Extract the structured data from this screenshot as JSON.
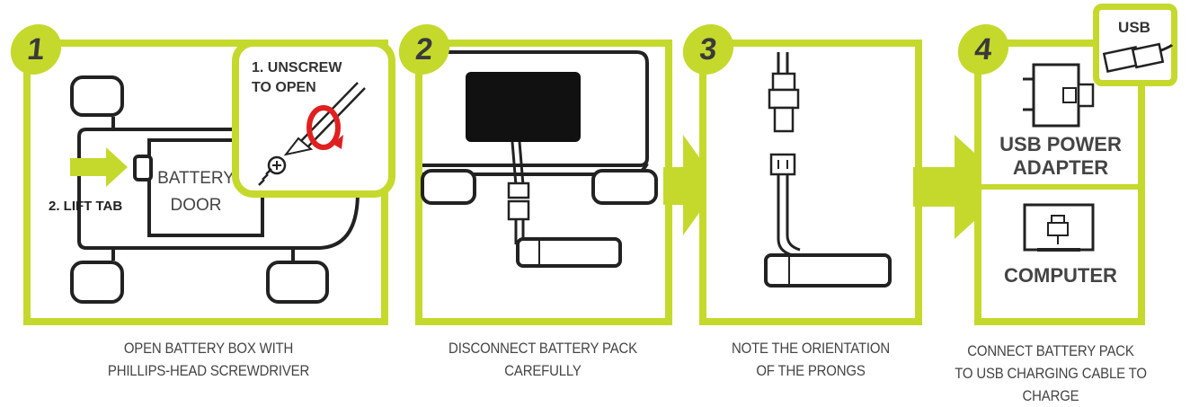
{
  "steps": [
    {
      "number": "1",
      "caption_line1": "OPEN BATTERY BOX WITH",
      "caption_line2": "PHILLIPS-HEAD SCREWDRIVER",
      "inset_line1": "1. UNSCREW",
      "inset_line2": "TO OPEN",
      "door_line1": "BATTERY",
      "door_line2": "DOOR",
      "tab_label": "2. LIFT TAB"
    },
    {
      "number": "2",
      "caption_line1": "DISCONNECT BATTERY PACK",
      "caption_line2": "CAREFULLY"
    },
    {
      "number": "3",
      "caption_line1": "NOTE THE ORIENTATION",
      "caption_line2": "OF THE PRONGS"
    },
    {
      "number": "4",
      "caption_line1": "CONNECT BATTERY PACK",
      "caption_line2": "TO USB CHARGING CABLE TO CHARGE",
      "usb_label": "USB",
      "adapter_line1": "USB POWER",
      "adapter_line2": "ADAPTER",
      "computer_label": "COMPUTER"
    }
  ],
  "colors": {
    "accent": "#c5d92d",
    "ink": "#222222",
    "caption": "#444444"
  }
}
